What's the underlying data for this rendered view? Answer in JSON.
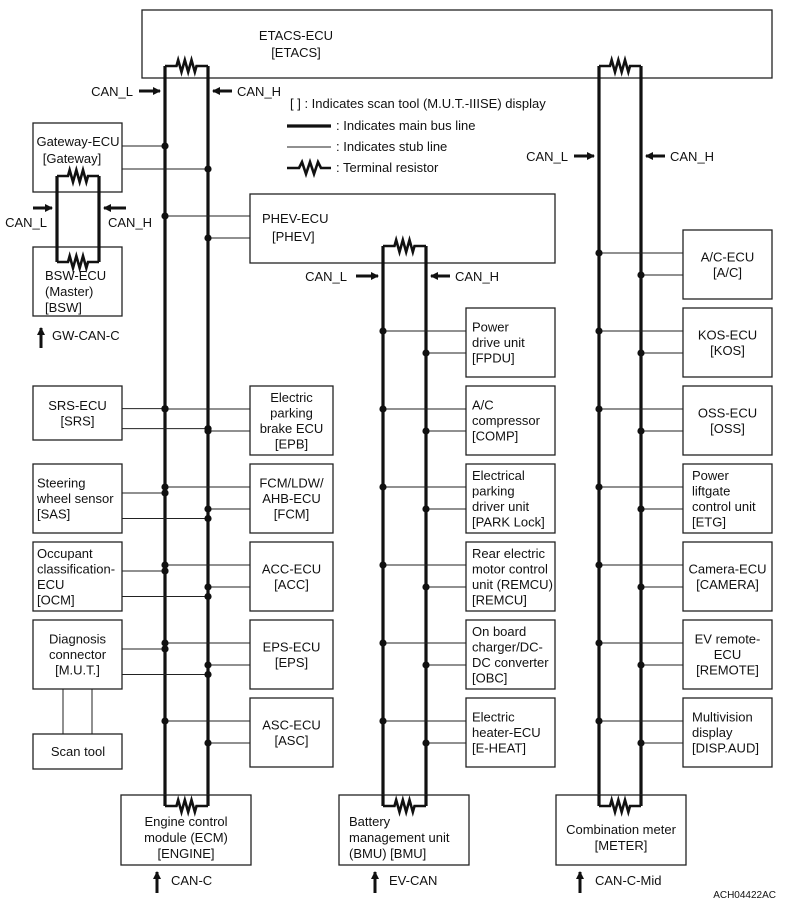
{
  "top": {
    "name": "ETACS-ECU",
    "code": "[ETACS]"
  },
  "legend": {
    "scan_tool": "[        ] : Indicates scan tool (M.U.T.-IIISE) display",
    "main_bus": ": Indicates main bus line",
    "stub": ": Indicates stub line",
    "resistor": ": Terminal resistor"
  },
  "signals": {
    "can_l": "CAN_L",
    "can_h": "CAN_H"
  },
  "gateway": {
    "name": "Gateway-ECU",
    "code": "[Gateway]"
  },
  "bsw": {
    "line1": "BSW-ECU",
    "line2": "(Master)",
    "code": "[BSW]",
    "bus": "GW-CAN-C"
  },
  "phev": {
    "name": "PHEV-ECU",
    "code": "[PHEV]"
  },
  "left_col": [
    {
      "lines": [
        "SRS-ECU",
        "[SRS]"
      ]
    },
    {
      "lines": [
        "Steering",
        "wheel sensor",
        "[SAS]"
      ]
    },
    {
      "lines": [
        "Occupant",
        "classification-",
        "ECU",
        "[OCM]"
      ]
    },
    {
      "lines": [
        "Diagnosis",
        "connector",
        "[M.U.T.]"
      ]
    }
  ],
  "scan_tool": "Scan tool",
  "mid_left_col": [
    {
      "lines": [
        "Electric",
        "parking",
        "brake ECU",
        "[EPB]"
      ]
    },
    {
      "lines": [
        "FCM/LDW/",
        "AHB-ECU",
        "[FCM]"
      ]
    },
    {
      "lines": [
        "ACC-ECU",
        "[ACC]"
      ]
    },
    {
      "lines": [
        "EPS-ECU",
        "[EPS]"
      ]
    },
    {
      "lines": [
        "ASC-ECU",
        "[ASC]"
      ]
    }
  ],
  "ev_col": [
    {
      "lines": [
        "Power",
        "drive unit",
        "[FPDU]"
      ]
    },
    {
      "lines": [
        "A/C",
        "compressor",
        "[COMP]"
      ]
    },
    {
      "lines": [
        "Electrical",
        "parking",
        "driver unit",
        "[PARK Lock]"
      ]
    },
    {
      "lines": [
        "Rear electric",
        "motor control",
        "unit (REMCU)",
        "[REMCU]"
      ]
    },
    {
      "lines": [
        "On board",
        "charger/DC-",
        "DC converter",
        "[OBC]"
      ]
    },
    {
      "lines": [
        "Electric",
        "heater-ECU",
        "[E-HEAT]"
      ]
    }
  ],
  "right_col": [
    {
      "lines": [
        "A/C-ECU",
        "[A/C]"
      ]
    },
    {
      "lines": [
        "KOS-ECU",
        "[KOS]"
      ]
    },
    {
      "lines": [
        "OSS-ECU",
        "[OSS]"
      ]
    },
    {
      "lines": [
        "Power",
        "liftgate",
        "control unit",
        "[ETG]"
      ]
    },
    {
      "lines": [
        "Camera-ECU",
        "[CAMERA]"
      ]
    },
    {
      "lines": [
        "EV remote-",
        "ECU",
        "[REMOTE]"
      ]
    },
    {
      "lines": [
        "Multivision",
        "display",
        "[DISP.AUD]"
      ]
    }
  ],
  "bottom": [
    {
      "lines": [
        "Engine control",
        "module (ECM)",
        "[ENGINE]"
      ],
      "bus": "CAN-C"
    },
    {
      "lines": [
        "Battery",
        "management unit",
        "(BMU) [BMU]"
      ],
      "bus": "EV-CAN"
    },
    {
      "lines": [
        "Combination meter",
        "[METER]"
      ],
      "bus": "CAN-C-Mid"
    }
  ],
  "figure_id": "ACH04422AC"
}
